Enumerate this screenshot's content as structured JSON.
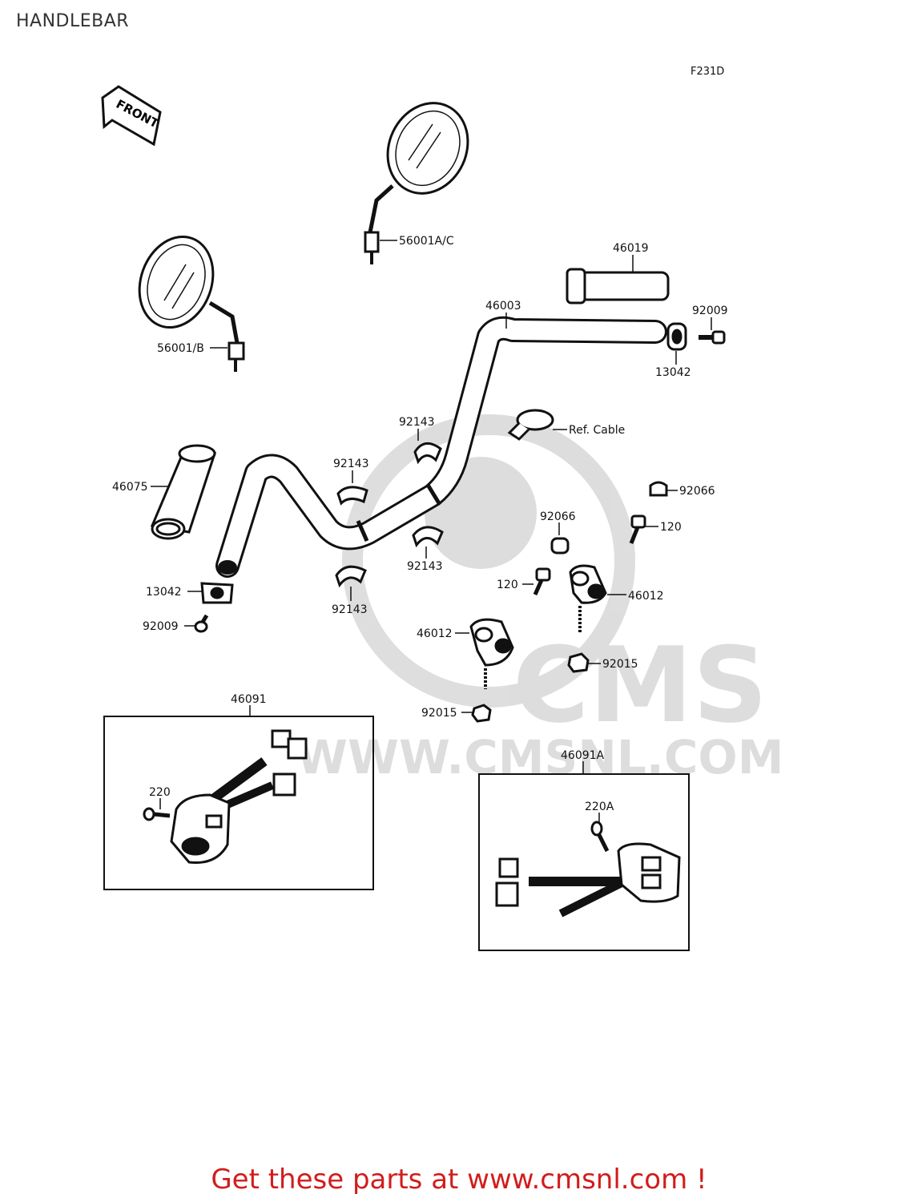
{
  "title": "HANDLEBAR",
  "figure_code": "F231D",
  "front_arrow_label": "FRONT",
  "watermark": {
    "logo_text": "CMS",
    "url_text": "WWW.CMSNL.COM"
  },
  "parts": {
    "mirror_right": "56001A/C",
    "mirror_left": "56001/B",
    "throttle_grip": "46019",
    "handlebar": "46003",
    "bolt_right": "92009",
    "weight_right": "13042",
    "cable_ref": "Ref. Cable",
    "clamp_upper_1": "92143",
    "clamp_upper_2": "92143",
    "clamp_lower_1": "92143",
    "clamp_lower_2": "92143",
    "left_grip": "46075",
    "weight_left": "13042",
    "bolt_left": "92009",
    "cap_right": "92066",
    "cap_center": "92066",
    "bolt_120_right": "120",
    "bolt_120_center": "120",
    "holder_right": "46012",
    "holder_center": "46012",
    "nut_right": "92015",
    "nut_center": "92015",
    "switch_left": "46091",
    "screw_220": "220",
    "switch_right": "46091A",
    "screw_220A": "220A"
  },
  "footer": "Get these parts at www.cmsnl.com !"
}
